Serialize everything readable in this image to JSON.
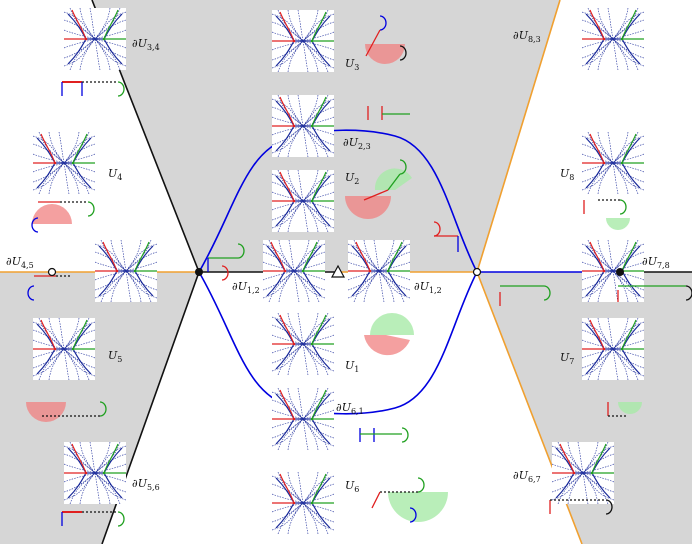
{
  "diagram": {
    "colors": {
      "region_gray": "#d6d6d6",
      "curve_blue": "#0000e0",
      "boundary_black": "#111111",
      "boundary_orange": "#f0a030",
      "flow_blue": "#1a2a9a",
      "sep_red": "#e02020",
      "sep_green": "#20a020",
      "fan_red": "#f08080",
      "fan_green": "#a8eaa8"
    },
    "labels": {
      "du34": {
        "main": "∂U",
        "sub": "3,4"
      },
      "du83": {
        "main": "∂U",
        "sub": "8,3"
      },
      "u3": {
        "main": "U",
        "sub": "3"
      },
      "du23": {
        "main": "∂U",
        "sub": "2,3"
      },
      "u4": {
        "main": "U",
        "sub": "4"
      },
      "u2": {
        "main": "U",
        "sub": "2"
      },
      "u8": {
        "main": "U",
        "sub": "8"
      },
      "du45": {
        "main": "∂U",
        "sub": "4,5"
      },
      "du12a": {
        "main": "∂U",
        "sub": "1,2"
      },
      "du12b": {
        "main": "∂U",
        "sub": "1,2"
      },
      "du78": {
        "main": "∂U",
        "sub": "7,8"
      },
      "u5": {
        "main": "U",
        "sub": "5"
      },
      "u1": {
        "main": "U",
        "sub": "1"
      },
      "u7": {
        "main": "U",
        "sub": "7"
      },
      "du61": {
        "main": "∂U",
        "sub": "6,1"
      },
      "du56": {
        "main": "∂U",
        "sub": "5,6"
      },
      "du67": {
        "main": "∂U",
        "sub": "6,7"
      },
      "u6": {
        "main": "U",
        "sub": "6"
      }
    },
    "markers": [
      "filled-point",
      "open-point",
      "triangle-point",
      "open-point",
      "filled-point",
      "open-point"
    ]
  }
}
